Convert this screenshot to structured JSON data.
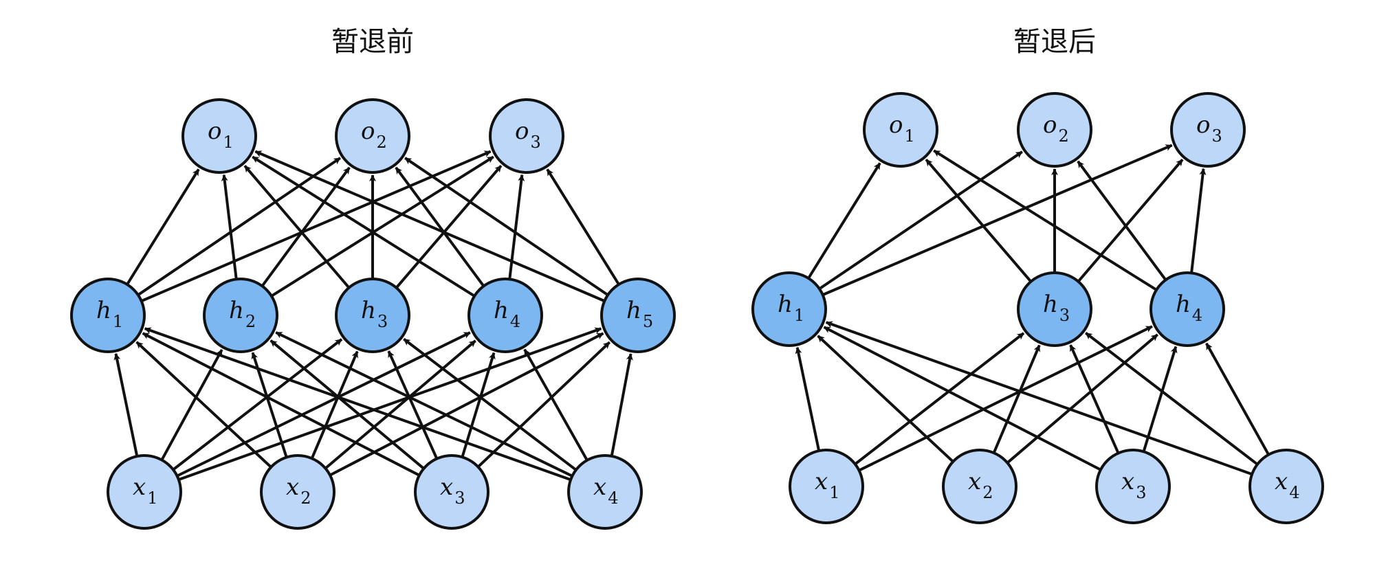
{
  "colors": {
    "io_node_fill": "#bcd7f8",
    "hidden_node_fill": "#7db7f2",
    "stroke": "#111111"
  },
  "panels": [
    {
      "id": "before",
      "title": "暂退前",
      "inputs": [
        {
          "id": "x1",
          "var": "x",
          "sub": "1"
        },
        {
          "id": "x2",
          "var": "x",
          "sub": "2"
        },
        {
          "id": "x3",
          "var": "x",
          "sub": "3"
        },
        {
          "id": "x4",
          "var": "x",
          "sub": "4"
        }
      ],
      "hidden": [
        {
          "id": "h1",
          "var": "h",
          "sub": "1"
        },
        {
          "id": "h2",
          "var": "h",
          "sub": "2"
        },
        {
          "id": "h3",
          "var": "h",
          "sub": "3"
        },
        {
          "id": "h4",
          "var": "h",
          "sub": "4"
        },
        {
          "id": "h5",
          "var": "h",
          "sub": "5"
        }
      ],
      "outputs": [
        {
          "id": "o1",
          "var": "o",
          "sub": "1"
        },
        {
          "id": "o2",
          "var": "o",
          "sub": "2"
        },
        {
          "id": "o3",
          "var": "o",
          "sub": "3"
        }
      ]
    },
    {
      "id": "after",
      "title": "暂退后",
      "inputs": [
        {
          "id": "x1",
          "var": "x",
          "sub": "1"
        },
        {
          "id": "x2",
          "var": "x",
          "sub": "2"
        },
        {
          "id": "x3",
          "var": "x",
          "sub": "3"
        },
        {
          "id": "x4",
          "var": "x",
          "sub": "4"
        }
      ],
      "hidden": [
        {
          "id": "h1",
          "var": "h",
          "sub": "1"
        },
        {
          "id": "h3",
          "var": "h",
          "sub": "3"
        },
        {
          "id": "h4",
          "var": "h",
          "sub": "4"
        }
      ],
      "outputs": [
        {
          "id": "o1",
          "var": "o",
          "sub": "1"
        },
        {
          "id": "o2",
          "var": "o",
          "sub": "2"
        },
        {
          "id": "o3",
          "var": "o",
          "sub": "3"
        }
      ]
    }
  ]
}
